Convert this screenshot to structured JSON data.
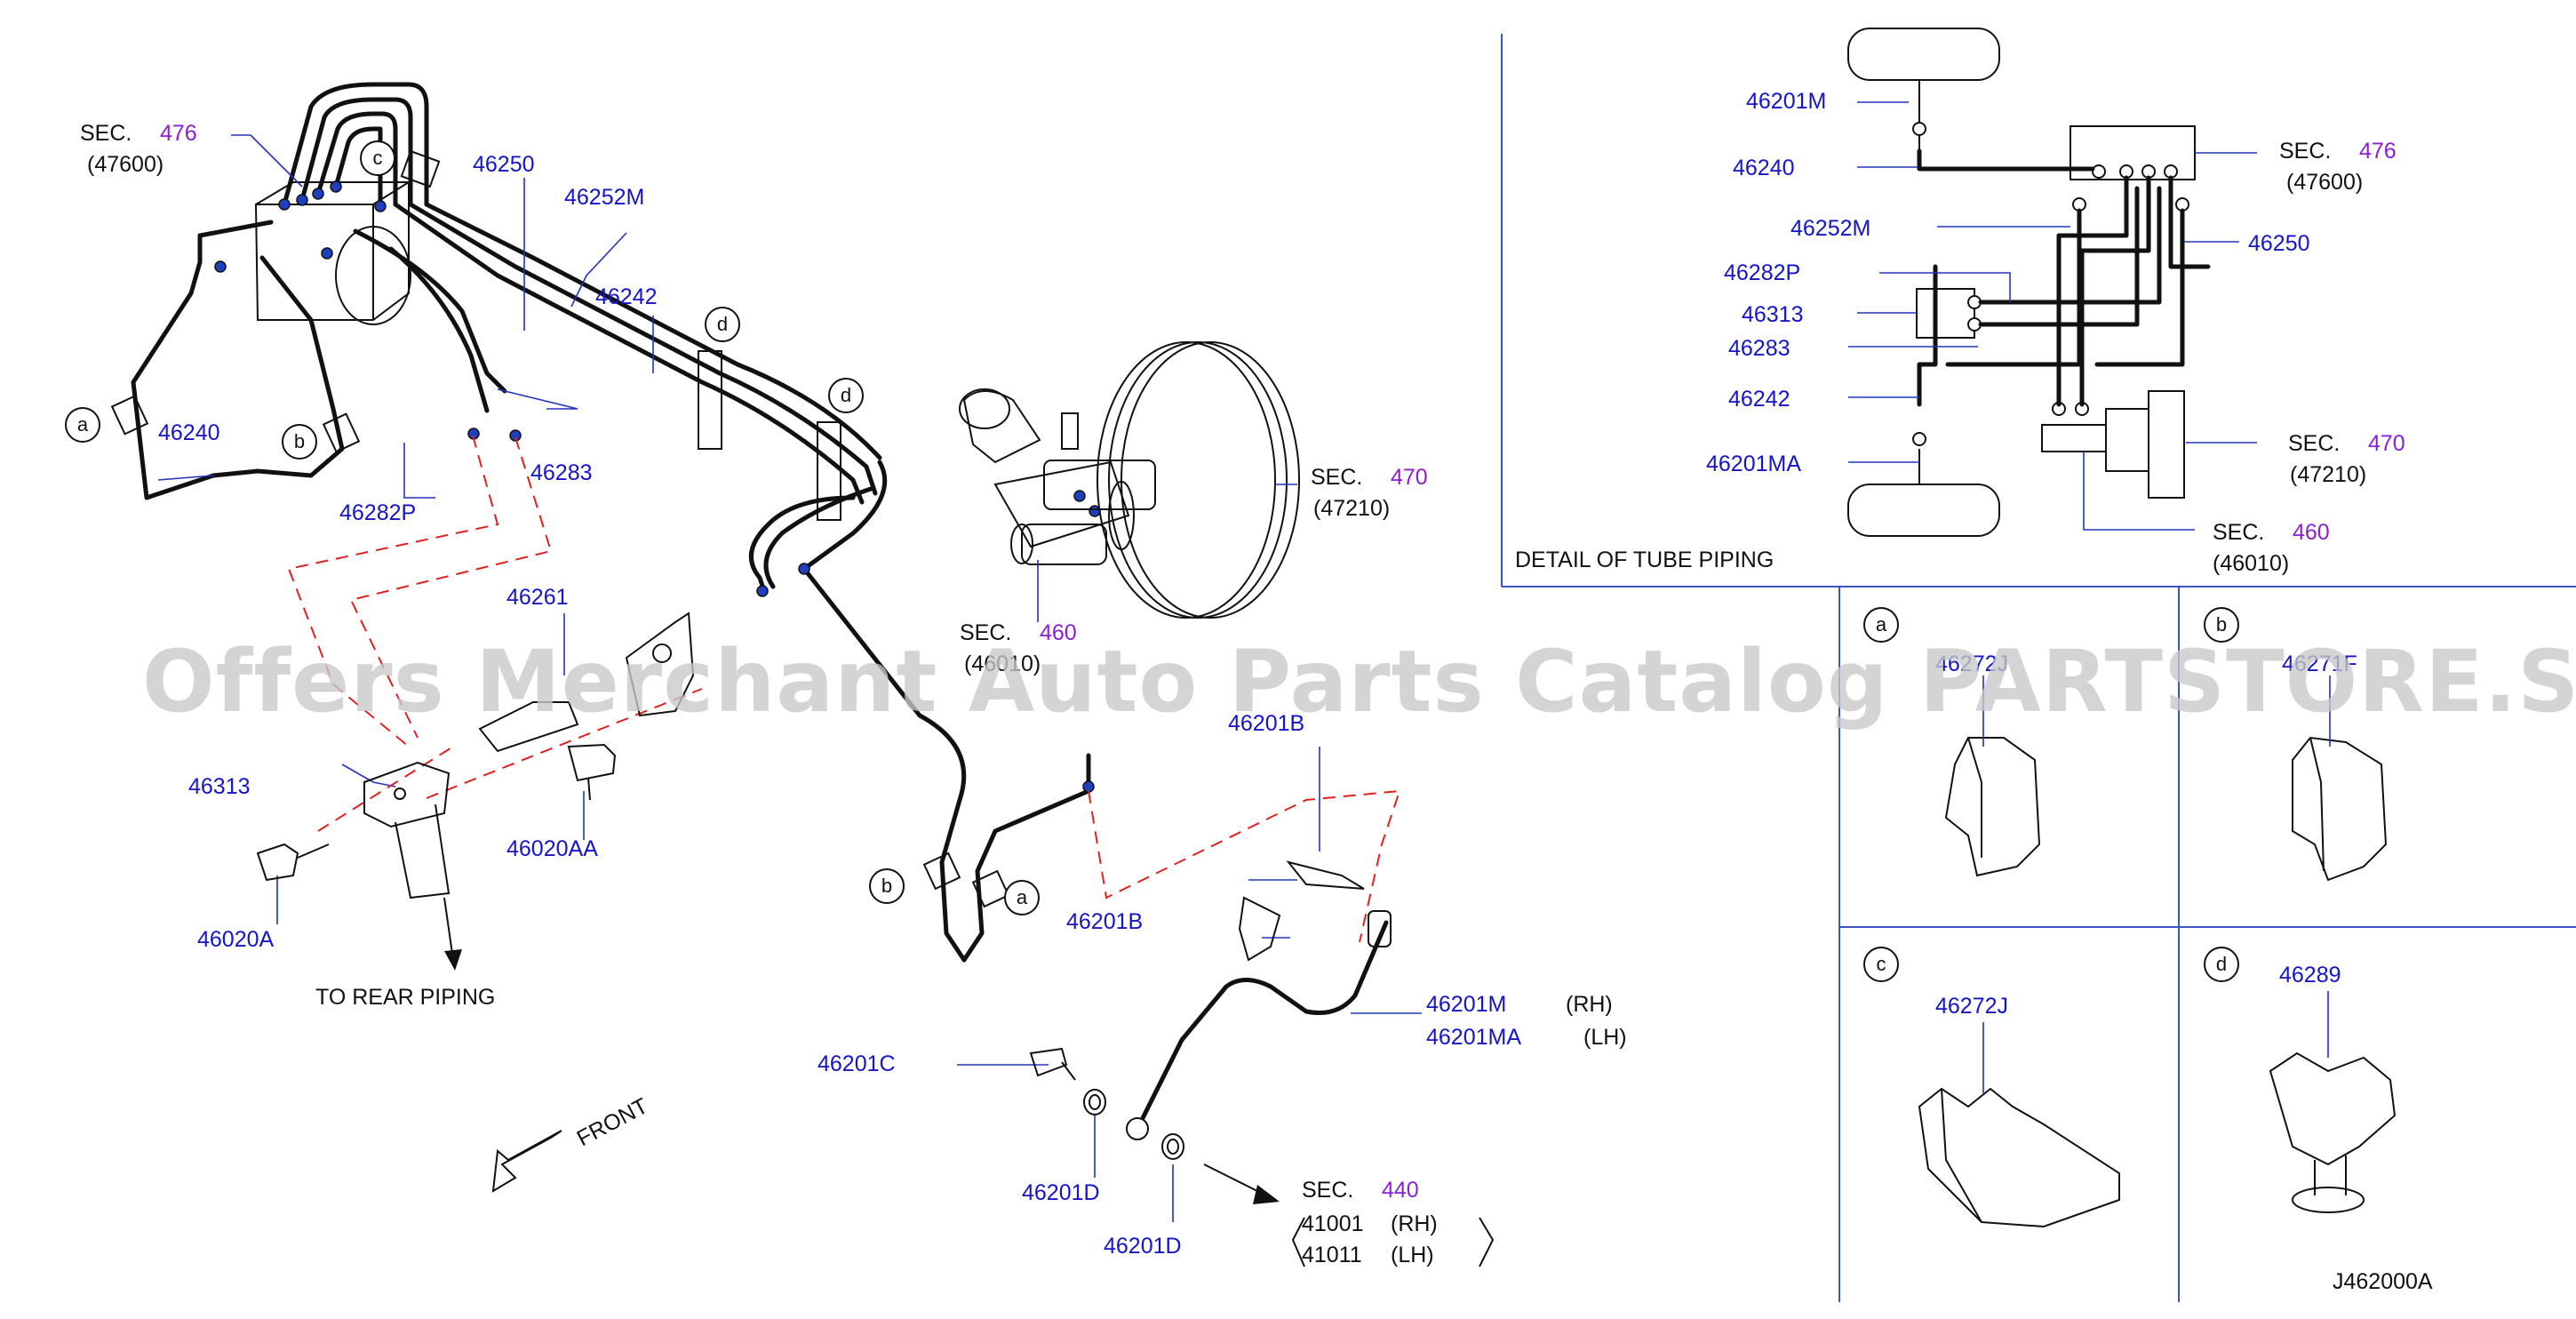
{
  "sections": {
    "sec476_main": {
      "prefix": "SEC.",
      "num": "476",
      "sub": "(47600)"
    },
    "sec470_main": {
      "prefix": "SEC.",
      "num": "470",
      "sub": "(47210)"
    },
    "sec460_main": {
      "prefix": "SEC.",
      "num": "460",
      "sub": "(46010)"
    },
    "sec440_main": {
      "prefix": "SEC.",
      "num": "440"
    },
    "sec476_detail": {
      "prefix": "SEC.",
      "num": "476",
      "sub": "(47600)"
    },
    "sec470_detail": {
      "prefix": "SEC.",
      "num": "470",
      "sub": "(47210)"
    },
    "sec460_detail": {
      "prefix": "SEC.",
      "num": "460",
      "sub": "(46010)"
    }
  },
  "main_parts": {
    "p46250": "46250",
    "p46252M": "46252M",
    "p46242": "46242",
    "p46240": "46240",
    "p46282P": "46282P",
    "p46283": "46283",
    "p46261": "46261",
    "p46313": "46313",
    "p46020AA": "46020AA",
    "p46020A": "46020A",
    "p46201B_top": "46201B",
    "p46201B_mid": "46201B",
    "p46201M": "46201M",
    "p46201MA": "46201MA",
    "rh": "(RH)",
    "lh": "(LH)",
    "p46201C": "46201C",
    "p46201D_a": "46201D",
    "p46201D_b": "46201D",
    "p41001": "41001",
    "p41011": "41011",
    "rh2": "(RH)",
    "lh2": "(LH)"
  },
  "notes": {
    "to_rear_piping": "TO   REAR   PIPING",
    "front": "FRONT",
    "detail_title": "DETAIL    OF    TUBE    PIPING",
    "diagram_code": "J462000A"
  },
  "detail_parts": {
    "d46201M": "46201M",
    "d46240": "46240",
    "d46252M": "46252M",
    "d46282P": "46282P",
    "d46313": "46313",
    "d46283": "46283",
    "d46242": "46242",
    "d46201MA": "46201MA",
    "d46250": "46250"
  },
  "clips": {
    "a_letter": "a",
    "a_part": "46272J",
    "b_letter": "b",
    "b_part": "46271F",
    "c_letter": "c",
    "c_part": "46272J",
    "d_letter": "d",
    "d_part": "46289"
  },
  "markers": {
    "a1": "a",
    "b1": "b",
    "c1": "c",
    "d1": "d",
    "d2": "d",
    "b2": "b",
    "a2": "a"
  },
  "watermark": "Offers Merchant Auto Parts Catalog PARTSTORE.SA",
  "colors": {
    "part_number": "#1414c8",
    "section_number": "#8a1fd6",
    "leader": "#2233bb",
    "dashed_guide": "#e02020",
    "frame": "#3a55c8"
  }
}
